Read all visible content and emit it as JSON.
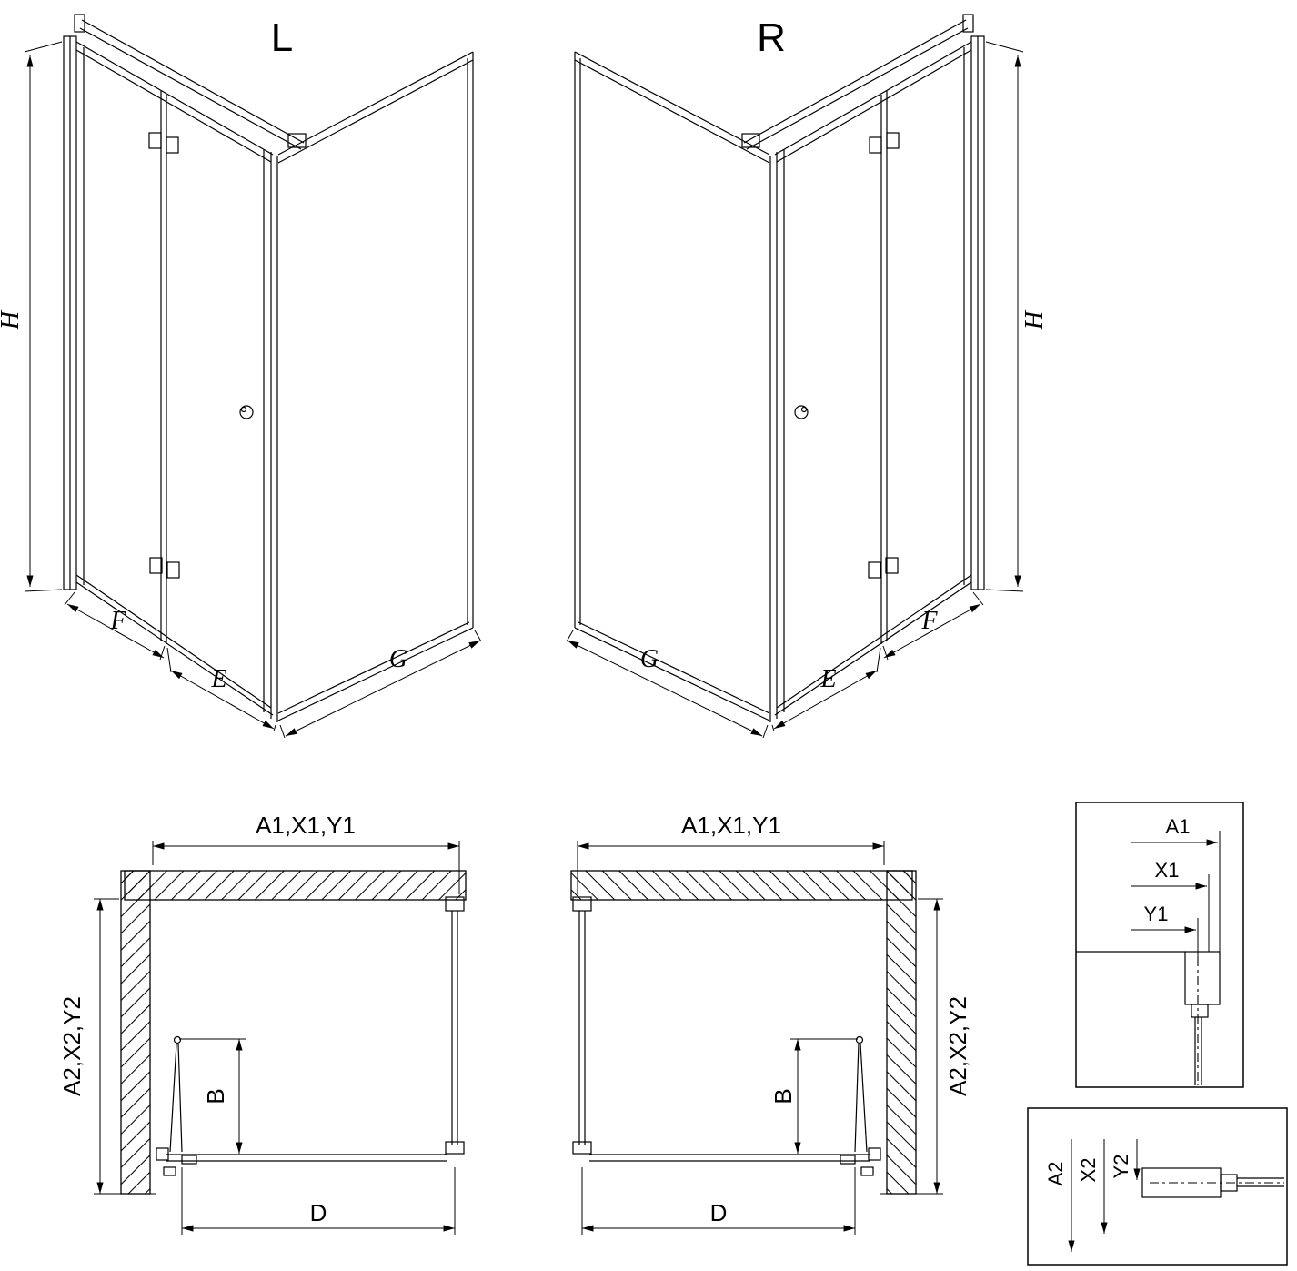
{
  "colors": {
    "line": "#000000",
    "background": "#ffffff"
  },
  "iso_views": {
    "left": {
      "label": "L",
      "height": "H",
      "fold_width": "F",
      "fixed_width": "E",
      "side_width": "G"
    },
    "right": {
      "label": "R",
      "height": "H",
      "fold_width": "F",
      "fixed_width": "E",
      "side_width": "G"
    }
  },
  "plan_views": {
    "left": {
      "top_width": "A1,X1,Y1",
      "side_depth": "A2,X2,Y2",
      "door_projection": "B",
      "front_width": "D"
    },
    "right": {
      "top_width": "A1,X1,Y1",
      "side_depth": "A2,X2,Y2",
      "door_projection": "B",
      "front_width": "D"
    }
  },
  "details": {
    "top": {
      "a1": "A1",
      "x1": "X1",
      "y1": "Y1"
    },
    "bottom": {
      "a2": "A2",
      "x2": "X2",
      "y2": "Y2"
    }
  }
}
